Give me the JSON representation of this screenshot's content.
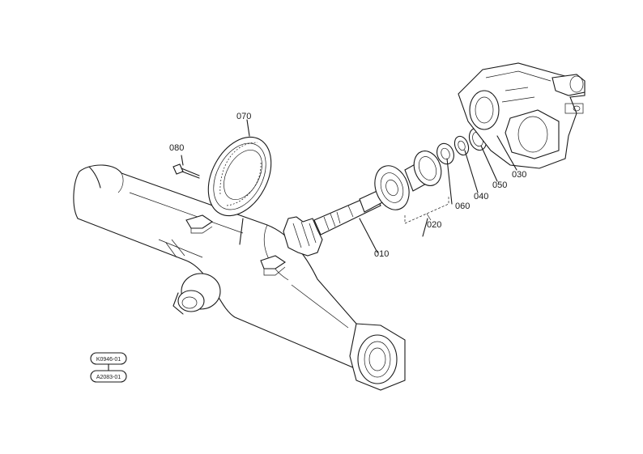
{
  "callouts": {
    "p010": "010",
    "p020": "020",
    "p030": "030",
    "p040": "040",
    "p050": "050",
    "p060": "060",
    "p070": "070",
    "p080": "080"
  },
  "references": [
    "K0946-01",
    "A2083-01"
  ]
}
